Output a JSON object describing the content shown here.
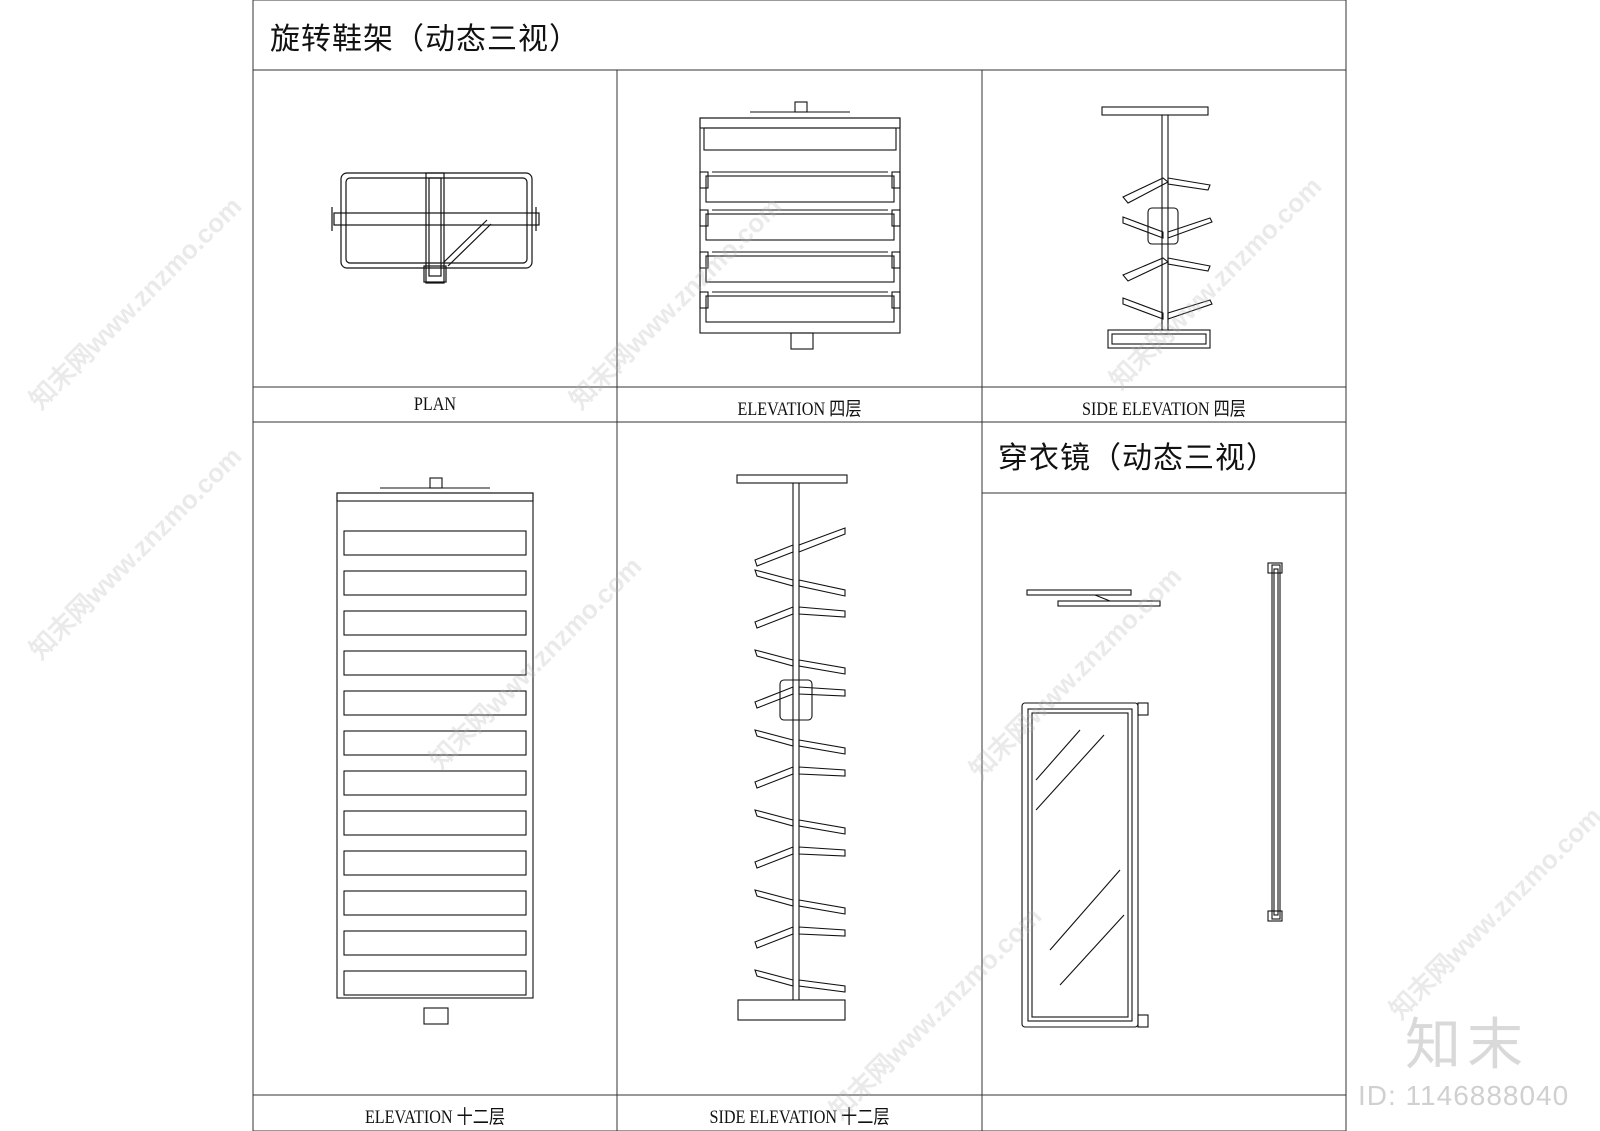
{
  "sheet": {
    "shoe_rack_title": "旋转鞋架（动态三视）",
    "mirror_title": "穿衣镜（动态三视）",
    "captions": {
      "plan": "PLAN",
      "elevation_4": "ELEVATION 四层",
      "side_elevation_4": "SIDE ELEVATION 四层",
      "elevation_12": "ELEVATION 十二层",
      "side_elevation_12": "SIDE ELEVATION 十二层"
    }
  },
  "branding": {
    "logo_text": "知末",
    "id_text": "ID: 1146888040",
    "watermark_text": "知末网www.znzmo.com"
  },
  "colors": {
    "line": "#111111",
    "grid": "#333333",
    "watermark": "#bbbbbb"
  }
}
